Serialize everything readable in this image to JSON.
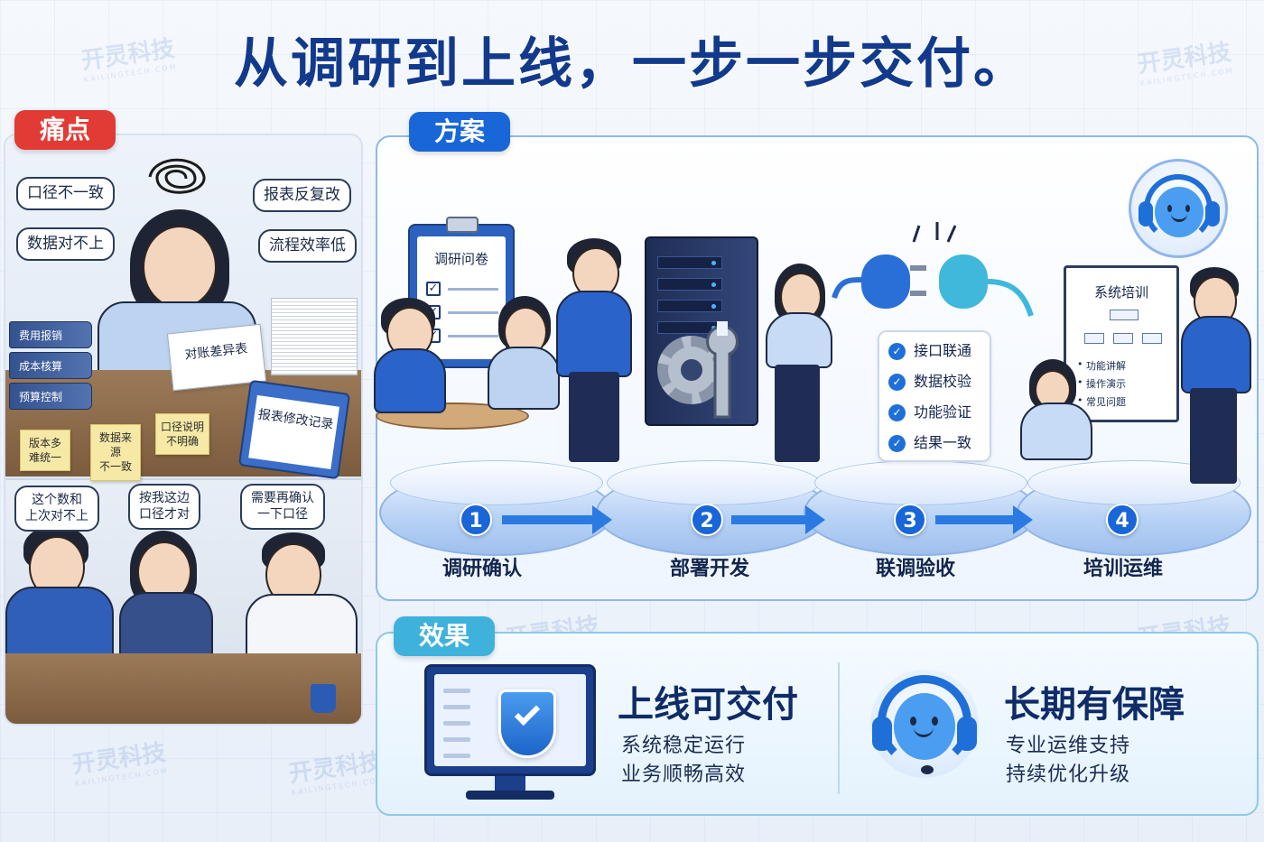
{
  "title": "从调研到上线，一步一步交付。",
  "watermark": {
    "brand": "开灵科技",
    "sub": "KAILINGTECH.COM"
  },
  "pain": {
    "tag": "痛点",
    "bubbles_top": [
      "口径不一致",
      "数据对不上",
      "报表反复改",
      "流程效率低"
    ],
    "binders": [
      "费用报销",
      "成本核算",
      "预算控制"
    ],
    "sheet": "对账差异表",
    "clipboard": "报表修改记录",
    "stickies": [
      "版本多\n难统一",
      "数据来源\n不一致",
      "口径说明\n不明确"
    ],
    "bubbles_bottom": [
      "这个数和\n上次对不上",
      "按我这边\n口径才对",
      "需要再确认\n一下口径"
    ]
  },
  "plan": {
    "tag": "方案",
    "survey_title": "调研问卷",
    "checklist": [
      "接口联通",
      "数据校验",
      "功能验证",
      "结果一致"
    ],
    "training": {
      "title": "系统培训",
      "items": [
        "功能讲解",
        "操作演示",
        "常见问题"
      ]
    },
    "steps": [
      {
        "num": "1",
        "label": "调研确认"
      },
      {
        "num": "2",
        "label": "部署开发"
      },
      {
        "num": "3",
        "label": "联调验收"
      },
      {
        "num": "4",
        "label": "培训运维"
      }
    ]
  },
  "effect": {
    "tag": "效果",
    "left": {
      "title": "上线可交付",
      "lines": [
        "系统稳定运行",
        "业务顺畅高效"
      ]
    },
    "right": {
      "title": "长期有保障",
      "lines": [
        "专业运维支持",
        "持续优化升级"
      ]
    }
  },
  "colors": {
    "primary": "#1866d8",
    "pain": "#e23a34",
    "effect": "#3fb2dc",
    "title": "#123a8c"
  },
  "icons": [
    "check-icon",
    "shield-check-icon",
    "headset-support-icon",
    "server-icon",
    "gear-icon",
    "plug-icon",
    "arrow-right-icon"
  ]
}
